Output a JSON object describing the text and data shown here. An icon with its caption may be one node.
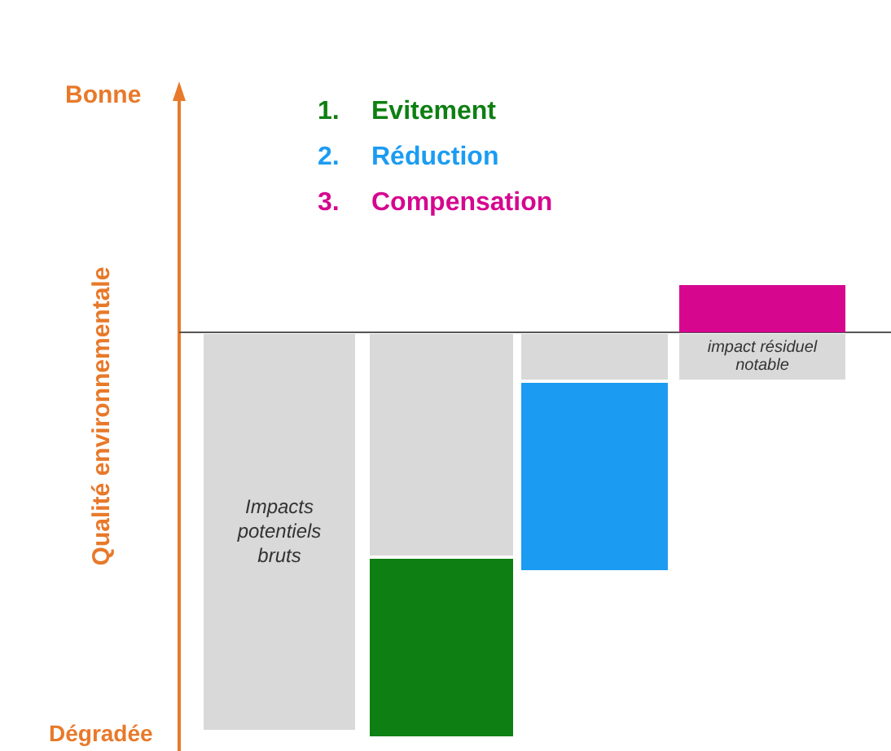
{
  "diagram": {
    "nodes": [
      {
        "text": [
          "Impacts potentiels bruts"
        ]
      },
      {
        "text": [],
        "shape": "bar"
      },
      {
        "text": [],
        "shape": "bar"
      },
      {
        "text": [],
        "shape": "bar"
      },
      {
        "text": [],
        "shape": "bar"
      },
      {
        "text": [],
        "shape": "bar"
      },
      {
        "text": [
          "impact résiduel notable"
        ]
      }
    ],
    "edges": [],
    "labels": [
      "Bonne",
      "1.",
      "Evitement",
      "2.",
      "Réduction",
      "3.",
      "Compensation",
      "Qualité environnementale",
      "Dégradée"
    ]
  }
}
